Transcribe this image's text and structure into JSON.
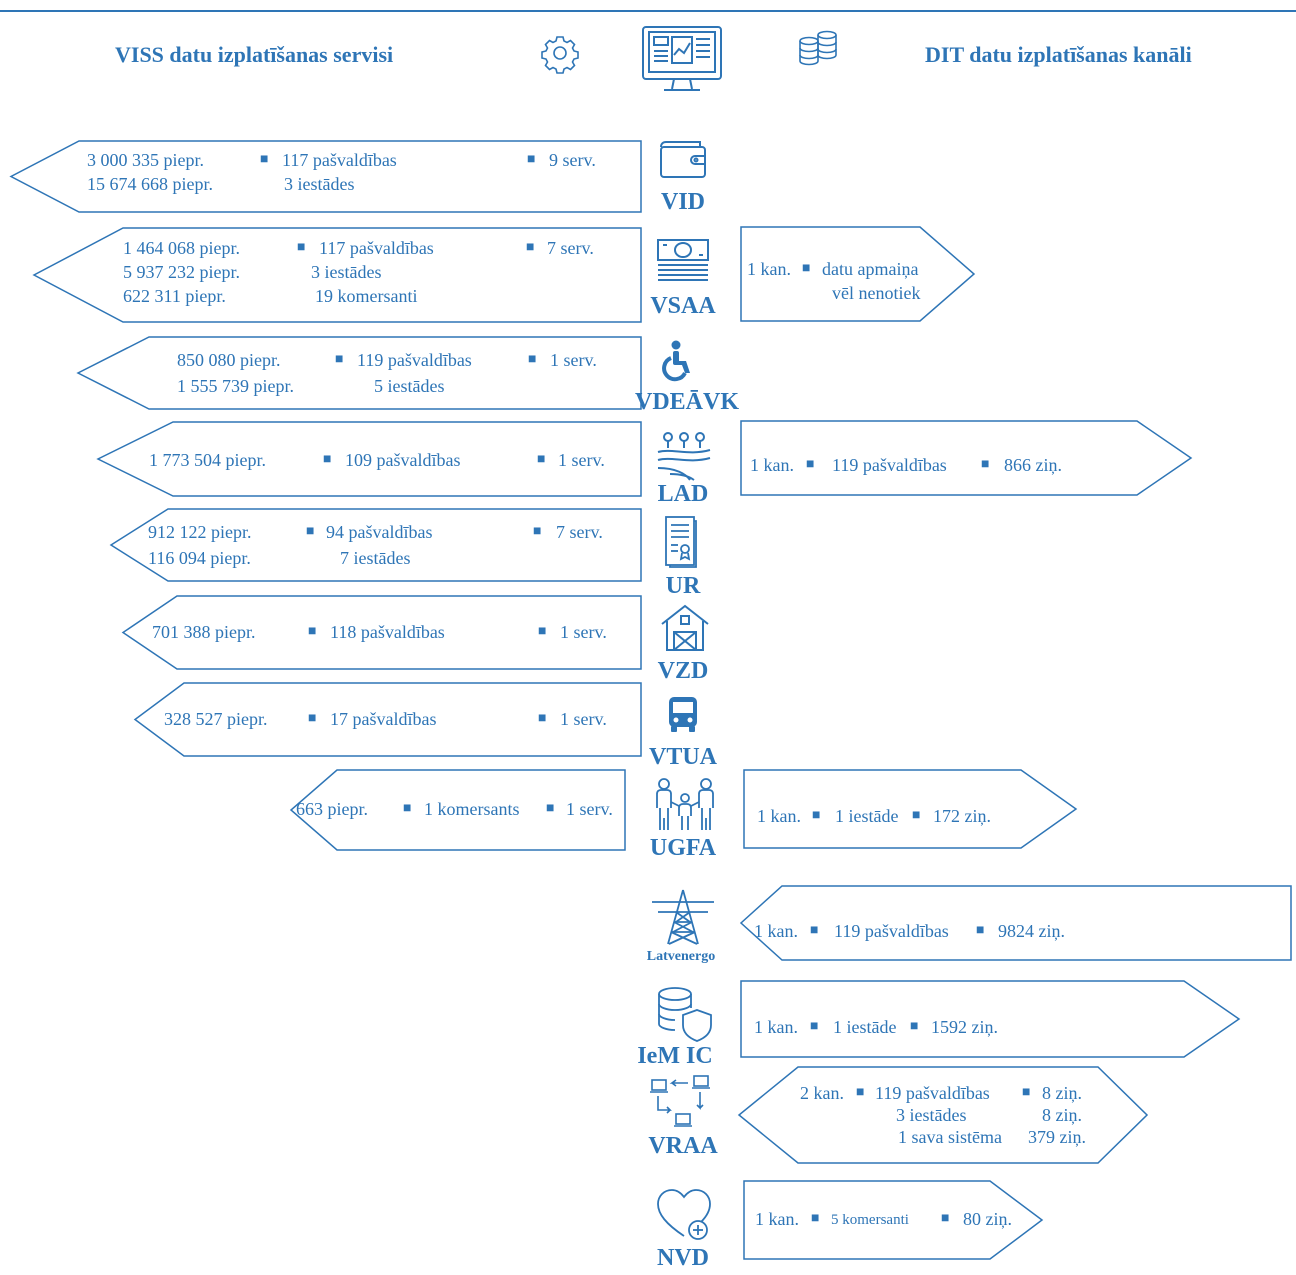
{
  "header": {
    "left_title": "VISS datu izplatīšanas servisi",
    "right_title": "DIT datu izplatīšanas kanāli",
    "icons": [
      "gear-icon",
      "monitor-dashboard-icon",
      "database-stack-icon"
    ]
  },
  "square": "■",
  "agencies": [
    {
      "id": "vid",
      "label": "VID",
      "icon": "wallet-icon",
      "viss": {
        "col1": [
          "3 000 335 piepr.",
          "15 674 668 piepr."
        ],
        "col2": [
          "117 pašvaldības",
          "3 iestādes"
        ],
        "col3": "9 serv."
      }
    },
    {
      "id": "vsaa",
      "label": "VSAA",
      "icon": "banknote-icon",
      "viss": {
        "col1": [
          "1 464 068 piepr.",
          "5 937 232 piepr.",
          "622 311 piepr."
        ],
        "col2": [
          "117 pašvaldības",
          "3 iestādes",
          "19 komersanti"
        ],
        "col3": "7 serv."
      },
      "dit": {
        "kan": "1 kan.",
        "line1": "datu apmaiņa",
        "line2": "vēl nenotiek"
      }
    },
    {
      "id": "vdeavk",
      "label": "VDEĀVK",
      "icon": "wheelchair-icon",
      "viss": {
        "col1": [
          "850 080 piepr.",
          "1 555 739 piepr."
        ],
        "col2": [
          "119 pašvaldības",
          "5 iestādes"
        ],
        "col3": "1 serv."
      }
    },
    {
      "id": "lad",
      "label": "LAD",
      "icon": "field-crops-icon",
      "viss": {
        "col1": [
          "1 773 504 piepr."
        ],
        "col2": [
          "109 pašvaldības"
        ],
        "col3": "1 serv."
      },
      "dit": {
        "kan": "1 kan.",
        "who": "119 pašvaldības",
        "zin": "866 ziņ."
      }
    },
    {
      "id": "ur",
      "label": "UR",
      "icon": "certificate-document-icon",
      "viss": {
        "col1": [
          "912 122 piepr.",
          "116 094 piepr."
        ],
        "col2": [
          "94 pašvaldības",
          "7 iestādes"
        ],
        "col3": "7 serv."
      }
    },
    {
      "id": "vzd",
      "label": "VZD",
      "icon": "barn-icon",
      "viss": {
        "col1": [
          "701 388 piepr."
        ],
        "col2": [
          "118 pašvaldības"
        ],
        "col3": "1 serv."
      }
    },
    {
      "id": "vtua",
      "label": "VTUA",
      "icon": "bus-icon",
      "viss": {
        "col1": [
          "328 527 piepr."
        ],
        "col2": [
          "17 pašvaldības"
        ],
        "col3": "1 serv."
      }
    },
    {
      "id": "ugfa",
      "label": "UGFA",
      "icon": "family-icon",
      "viss": {
        "col1": [
          "663 piepr."
        ],
        "col2": [
          "1 komersants"
        ],
        "col3": "1 serv."
      },
      "dit": {
        "kan": "1 kan.",
        "who": "1 iestāde",
        "zin": "172 ziņ."
      }
    },
    {
      "id": "latvenergo",
      "label": "Latvenergo",
      "icon": "power-tower-icon",
      "dit": {
        "kan": "1 kan.",
        "who": "119 pašvaldības",
        "zin": "9824 ziņ."
      }
    },
    {
      "id": "iemic",
      "label": "IeM IC",
      "icon": "database-shield-icon",
      "dit": {
        "kan": "1 kan.",
        "who": "1 iestāde",
        "zin": "1592 ziņ."
      }
    },
    {
      "id": "vraa",
      "label": "VRAA",
      "icon": "network-computers-icon",
      "dit": {
        "kan": "2 kan.",
        "who": [
          "119 pašvaldības",
          "3 iestādes",
          "1 sava sistēma"
        ],
        "zin": [
          "8 ziņ.",
          "8 ziņ.",
          "379 ziņ."
        ]
      }
    },
    {
      "id": "nvd",
      "label": "NVD",
      "icon": "heart-plus-icon",
      "dit": {
        "kan": "1 kan.",
        "who": "5 komersanti",
        "zin": "80 ziņ."
      }
    }
  ]
}
